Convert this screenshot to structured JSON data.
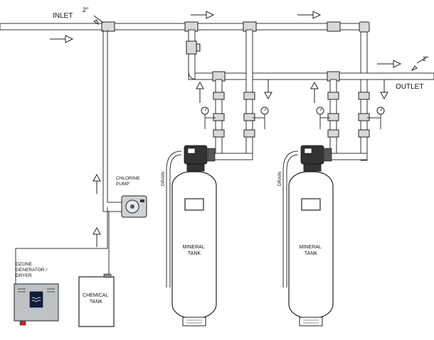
{
  "labels": {
    "inlet": "INLET",
    "outlet": "OUTLET",
    "size_inlet": "2\"",
    "size_outlet": "2\"",
    "chlorine_pump": [
      "CHLORINE",
      "PUMP"
    ],
    "ozone": [
      "OZONE",
      "GENERATOR /",
      "DRYER"
    ],
    "chemical_tank": [
      "CHEMICAL",
      "TANK"
    ],
    "drain_1": "DRAIN",
    "drain_2": "DRAIN",
    "mineral_tank_1": [
      "MINERAL",
      "TANK"
    ],
    "mineral_tank_2": [
      "MINERAL",
      "TANK"
    ]
  },
  "colors": {
    "line": "#333333",
    "fitting": "#d9d9d9",
    "ozone_panel": "#bfc2c4",
    "ozone_display": "#0b1f3a",
    "ozone_display_wave": "#ffffff",
    "pump_body": "#cfd2d4"
  }
}
